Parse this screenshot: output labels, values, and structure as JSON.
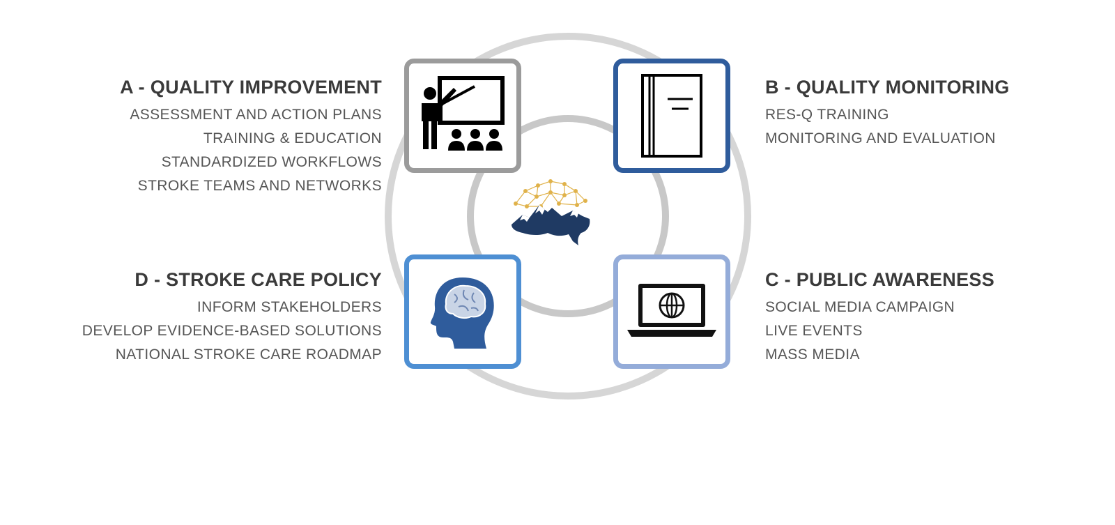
{
  "blocks": {
    "a": {
      "heading": "A - QUALITY IMPROVEMENT",
      "items": [
        "ASSESSMENT AND ACTION PLANS",
        "TRAINING & EDUCATION",
        "STANDARDIZED WORKFLOWS",
        "STROKE TEAMS AND NETWORKS"
      ]
    },
    "b": {
      "heading": "B - QUALITY MONITORING",
      "items": [
        "RES-Q TRAINING",
        "MONITORING AND EVALUATION"
      ]
    },
    "c": {
      "heading": "C - PUBLIC AWARENESS",
      "items": [
        "SOCIAL MEDIA CAMPAIGN",
        "LIVE EVENTS",
        "MASS MEDIA"
      ]
    },
    "d": {
      "heading": "D - STROKE CARE POLICY",
      "items": [
        "INFORM STAKEHOLDERS",
        "DEVELOP EVIDENCE-BASED SOLUTIONS",
        "NATIONAL STROKE CARE ROADMAP"
      ]
    }
  },
  "icons": {
    "a": "teacher-presentation-icon",
    "b": "book-icon",
    "c": "laptop-globe-icon",
    "d": "head-brain-icon",
    "center": "brain-mountain-logo"
  },
  "colors": {
    "ring": "#d4d4d4",
    "box_a": "#9b9b9b",
    "box_b": "#2f5c9c",
    "box_c": "#94acd9",
    "box_d": "#4e8fd3",
    "logo_navy": "#1f3a63",
    "logo_gold": "#e0b24a"
  }
}
